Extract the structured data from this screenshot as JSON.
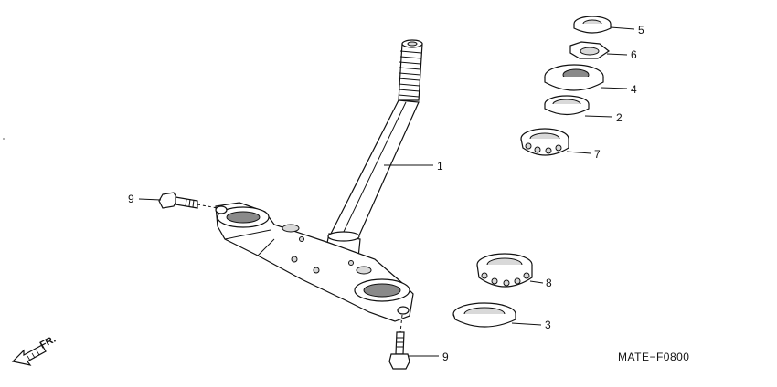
{
  "callouts": [
    {
      "id": "5",
      "label": "5"
    },
    {
      "id": "6",
      "label": "6"
    },
    {
      "id": "4",
      "label": "4"
    },
    {
      "id": "2",
      "label": "2"
    },
    {
      "id": "7",
      "label": "7"
    },
    {
      "id": "1",
      "label": "1"
    },
    {
      "id": "9a",
      "label": "9"
    },
    {
      "id": "8",
      "label": "8"
    },
    {
      "id": "3",
      "label": "3"
    },
    {
      "id": "9b",
      "label": "9"
    }
  ],
  "direction_label": "FR.",
  "diagram_code": "MATE−F0800"
}
